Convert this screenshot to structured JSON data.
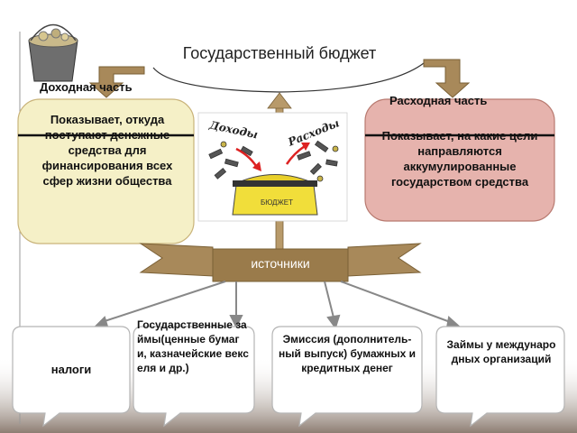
{
  "title": "Государственный бюджет",
  "income": {
    "heading": "Доходная часть",
    "text": "Показывает, откуда поступают денежные средства для финансирования всех сфер жизни общества"
  },
  "expense": {
    "heading": "Расходная часть",
    "text": "Показывает, на какие цели направляются аккумулированные государством средства"
  },
  "illustration": {
    "left_word": "Доходы",
    "right_word": "Расходы",
    "chest_label": "БЮДЖЕТ"
  },
  "sources_label": "источники",
  "sources": [
    "налоги",
    "Государственные займы(ценные бумаги, казначейские векселя и др.)",
    "Эмиссия (дополнитель-ный выпуск) бумажных и кредитных денег",
    "Займы у международных организаций"
  ],
  "colors": {
    "box_fill": "#f5f0c7",
    "box_stroke": "#c9b37a",
    "expense_fill": "#e6b3ad",
    "expense_stroke": "#b87a70",
    "arrow_fill": "#a8895a",
    "arrow_stroke": "#7a6036",
    "ground": "#9b8b80"
  }
}
